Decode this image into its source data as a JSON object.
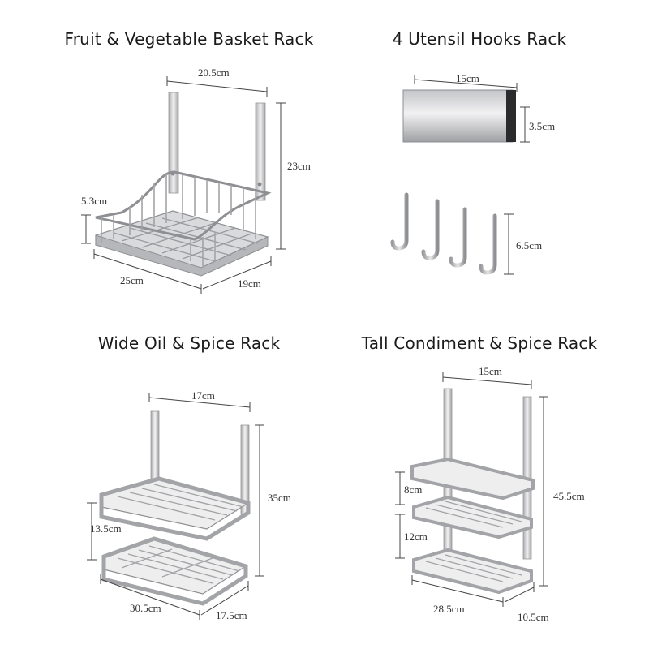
{
  "panels": {
    "basket": {
      "title": "Fruit & Vegetable Basket Rack",
      "width": "20.5cm",
      "height": "23cm",
      "side": "5.3cm",
      "length": "25cm",
      "depth": "19cm"
    },
    "hooks": {
      "title": "4 Utensil Hooks Rack",
      "bar_length": "15cm",
      "bar_height": "3.5cm",
      "hook_height": "6.5cm"
    },
    "wide": {
      "title": "Wide Oil & Spice Rack",
      "width": "17cm",
      "height": "35cm",
      "shelf_gap": "13.5cm",
      "length": "30.5cm",
      "depth": "17.5cm"
    },
    "tall": {
      "title": "Tall Condiment & Spice Rack",
      "width": "15cm",
      "height": "45.5cm",
      "gap_top": "8cm",
      "gap_bottom": "12cm",
      "length": "28.5cm",
      "depth": "10.5cm"
    }
  },
  "colors": {
    "metal_light": "#e6e6e8",
    "metal_mid": "#b9babd",
    "metal_dark": "#8d8e92",
    "dim_line": "#444444"
  }
}
